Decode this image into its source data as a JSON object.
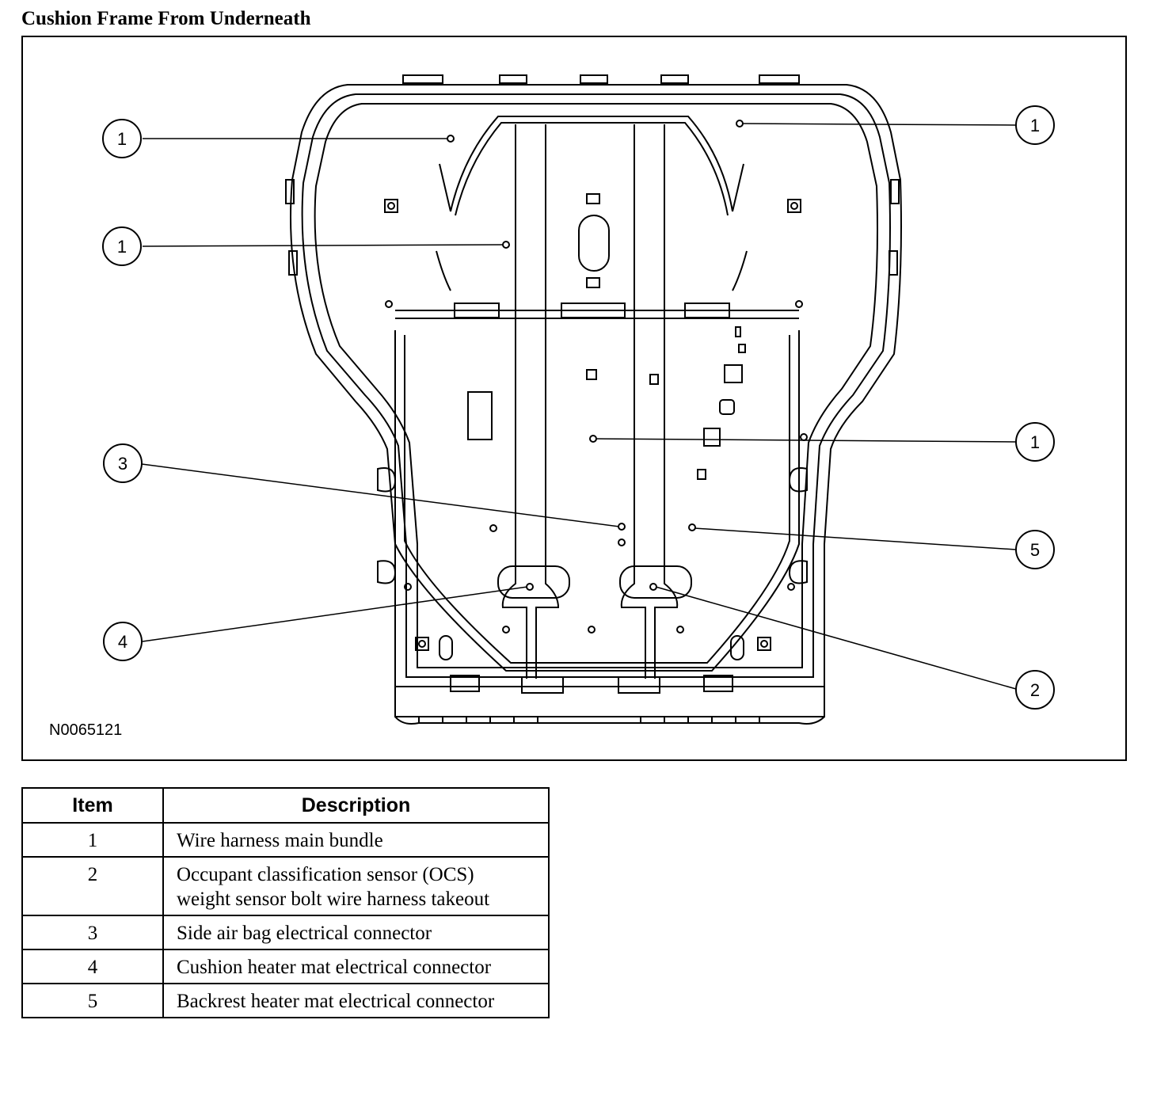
{
  "title": "Cushion Frame From Underneath",
  "figure": {
    "id": "N0065121",
    "callouts": [
      "1",
      "1",
      "1",
      "1",
      "3",
      "4",
      "5",
      "2"
    ]
  },
  "legend": {
    "headers": [
      "Item",
      "Description"
    ],
    "rows": [
      {
        "item": "1",
        "lines": [
          "Wire harness main bundle"
        ]
      },
      {
        "item": "2",
        "lines": [
          "Occupant classification sensor (OCS)",
          "weight sensor bolt wire harness takeout"
        ]
      },
      {
        "item": "3",
        "lines": [
          "Side air bag electrical connector"
        ]
      },
      {
        "item": "4",
        "lines": [
          "Cushion heater mat electrical connector"
        ]
      },
      {
        "item": "5",
        "lines": [
          "Backrest heater mat electrical connector"
        ]
      }
    ]
  },
  "colors": {
    "ink": "#000000",
    "paper": "#ffffff"
  }
}
